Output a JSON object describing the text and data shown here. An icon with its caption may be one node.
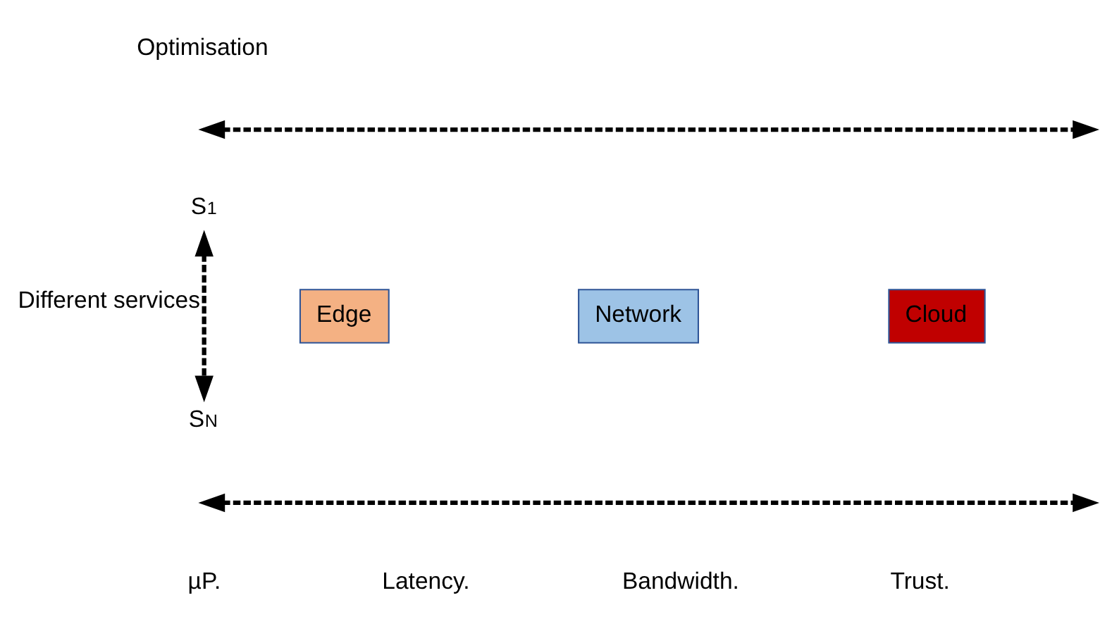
{
  "diagram": {
    "nodes": [
      {
        "text": [
          "S$_{1}$"
        ]
      },
      {
        "text": [
          "S$_{N}$"
        ]
      },
      {
        "text": [
          "Edge"
        ]
      },
      {
        "text": [
          "Network"
        ]
      },
      {
        "text": [
          "Cloud"
        ]
      }
    ],
    "edges": [
      {
        "from": 0,
        "to": 1,
        "arrow": "both",
        "style": "dashed",
        "label": "Different services"
      }
    ],
    "labels": [
      "Optimisation",
      "µP.",
      "Latency.",
      "Bandwidth.",
      "Trust."
    ]
  }
}
